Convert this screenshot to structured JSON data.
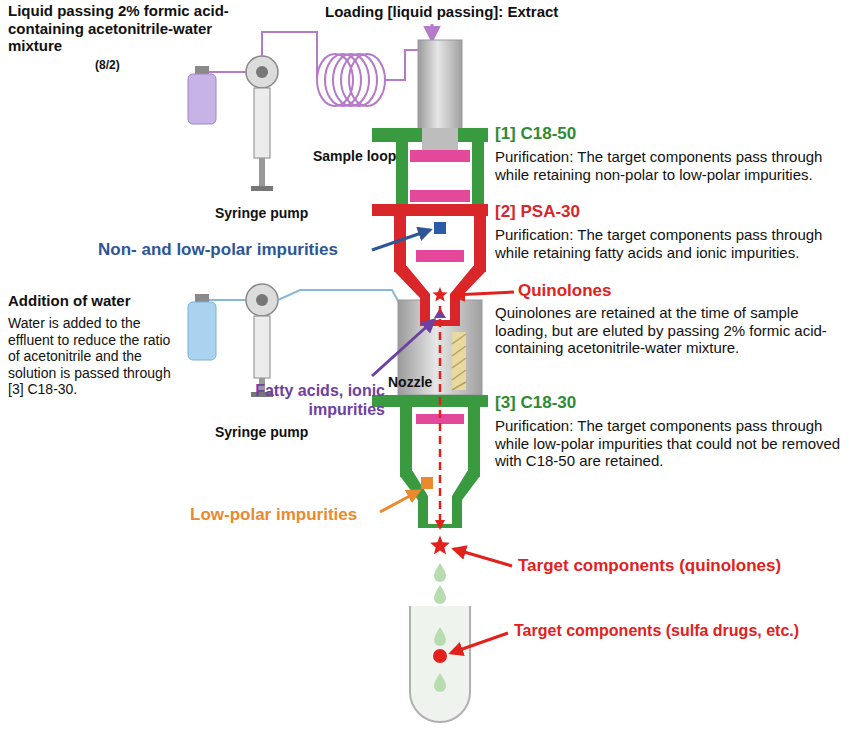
{
  "diagram": {
    "labels": [
      "Liquid passing 2% formic acid-containing acetonitrile-water mixture",
      "(8/2)",
      "Loading [liquid passing]: Extract",
      "Sample loop",
      "Syringe pump",
      "[1] C18-50",
      "Purification: The target components pass through while retaining non-polar to low-polar impurities.",
      "[2] PSA-30",
      "Purification: The target components pass through while retaining fatty acids and ionic impurities.",
      "Non- and low-polar impurities",
      "Quinolones",
      "Quinolones are retained at the time of sample loading, but are eluted by passing 2% formic acid-containing acetonitrile-water mixture.",
      "Addition of water",
      "Water is added to the effluent to reduce the ratio of acetonitrile and the solution is passed through [3] C18-30.",
      "Nozzle",
      "Fatty acids, ionic impurities",
      "Syringe pump",
      "[3] C18-30",
      "Purification: The target components pass through while low-polar impurities that could not be removed with C18-50 are retained.",
      "Low-polar impurities",
      "Target components (quinolones)",
      "Target components (sulfa drugs, etc.)"
    ]
  }
}
